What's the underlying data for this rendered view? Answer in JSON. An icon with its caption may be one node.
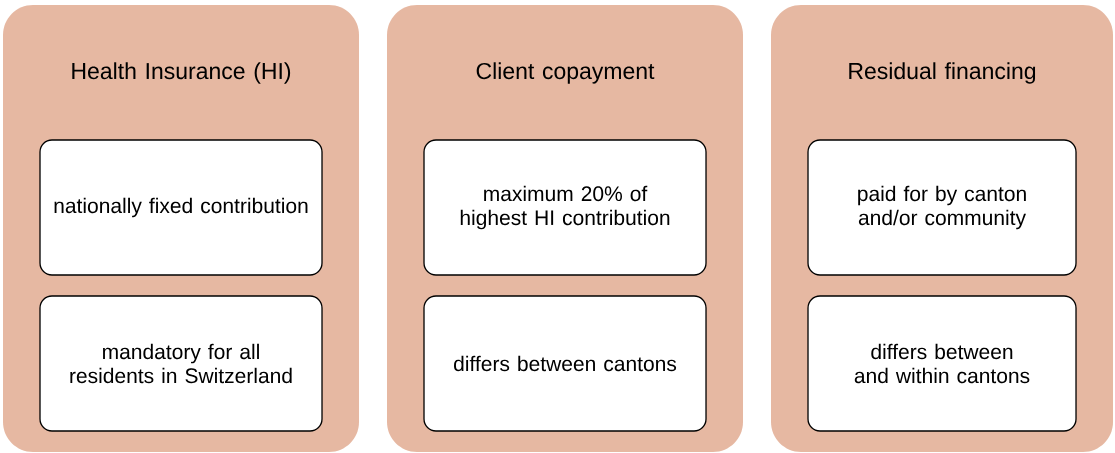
{
  "diagram": {
    "nodes": [
      {
        "text": [
          "Health Insurance (HI)"
        ]
      },
      {
        "text": [
          "nationally fixed contribution"
        ],
        "in": 0
      },
      {
        "text": [
          "mandatory for all residents in Switzerland"
        ],
        "in": 0
      },
      {
        "text": [
          "Client copayment"
        ]
      },
      {
        "text": [
          "maximum 20% of highest HI contribution"
        ],
        "in": 3
      },
      {
        "text": [
          "differs between cantons"
        ],
        "in": 3
      },
      {
        "text": [
          "Residual financing"
        ]
      },
      {
        "text": [
          "paid for by canton and/or community"
        ],
        "in": 6
      },
      {
        "text": [
          "differs between and within cantons"
        ],
        "in": 6
      }
    ]
  }
}
